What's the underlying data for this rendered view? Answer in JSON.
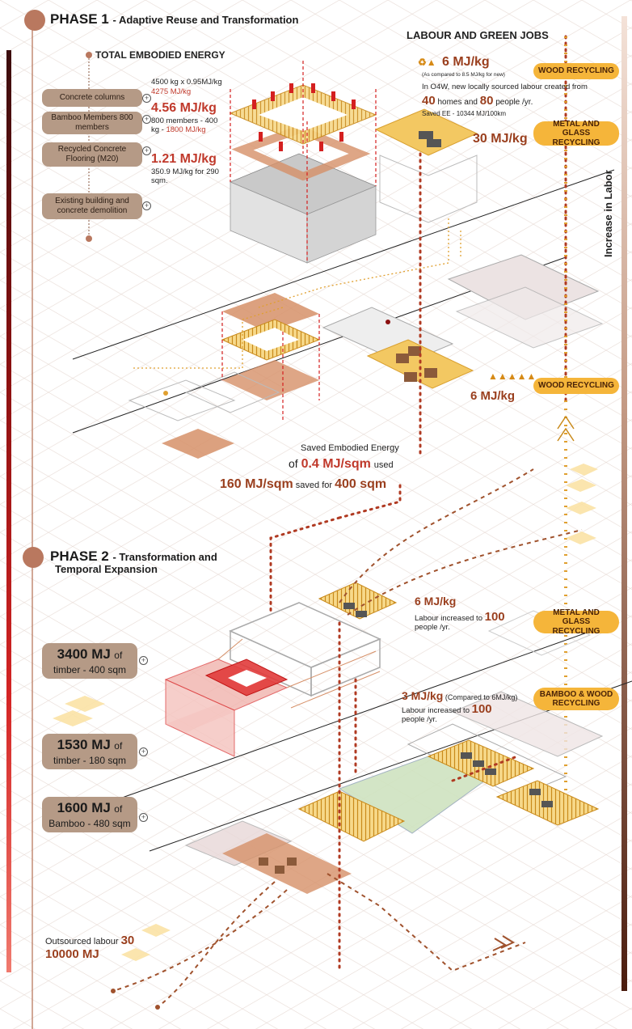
{
  "phase1": {
    "title": "PHASE 1",
    "subtitle": "- Adaptive Reuse and Transformation",
    "total_embodied_energy": "TOTAL EMBODIED ENERGY",
    "items": [
      {
        "label": "Concrete columns"
      },
      {
        "label": "Bamboo Members 800 members"
      },
      {
        "label": "Recycled Concrete Flooring (M20)"
      },
      {
        "label": "Existing building and concrete demolition"
      }
    ],
    "concrete_calc": "4500 kg x 0.95MJ/kg",
    "concrete_result": "4275 MJ/kg",
    "bamboo_value": "4.56 MJ/kg",
    "bamboo_calc": "800 members - 400 kg -",
    "bamboo_result": "1800 MJ/kg",
    "flooring_value": "1.21 MJ/kg",
    "flooring_calc": "350.9 MJ/kg for 290 sqm."
  },
  "labour": {
    "title": "LABOUR AND GREEN JOBS",
    "wood_value": "6 MJ/kg",
    "wood_note": "(As compared to 8.5 MJ/kg for new)",
    "o4w_text": "In O4W, new locally sourced labour created from",
    "homes_num": "40",
    "homes_text": "homes",
    "and_text": "and",
    "people_num": "80",
    "people_text": "people /yr.",
    "saved_ee": "Saved EE - 10344 MJ/100km",
    "metal_value": "30 MJ/kg",
    "wood_recycling": "WOOD RECYCLING",
    "metal_glass_recycling": "METAL AND GLASS RECYCLING",
    "increase_label": "Increase in Labor",
    "wood2_value": "6 MJ/kg",
    "wood_recycling2": "WOOD RECYCLING"
  },
  "saved": {
    "line1": "Saved Embodied Energy",
    "of": "of",
    "value1": "0.4 MJ/sqm",
    "used": "used",
    "value2": "160 MJ/sqm",
    "saved_for": "saved for",
    "value3": "400 sqm"
  },
  "phase2": {
    "title": "PHASE 2",
    "subtitle1": "- Transformation and",
    "subtitle2": "Temporal Expansion",
    "timber1_num": "3400 MJ",
    "timber1_unit": "of timber - 400 sqm",
    "timber2_num": "1530 MJ",
    "timber2_unit": "of timber - 180 sqm",
    "bamboo_num": "1600 MJ",
    "bamboo_unit": "of Bamboo - 480 sqm",
    "metal_value": "6 MJ/kg",
    "metal_labour": "Labour increased to",
    "metal_num": "100",
    "metal_people": "people /yr.",
    "metal_glass_recycling": "METAL AND GLASS RECYCLING",
    "bamboo_value": "3 MJ/kg",
    "bamboo_note": "(Compared to 6MJ/kg)",
    "bamboo_labour": "Labour increased to",
    "bamboo_num_people": "100",
    "bamboo_people": "people /yr.",
    "bamboo_wood_recycling": "BAMBOO & WOOD RECYCLING",
    "outsourced": "Outsourced labour",
    "outsourced_num": "30",
    "outsourced_mj": "10000 MJ"
  },
  "colors": {
    "accent": "#c0392b",
    "label_bg": "#b59a86",
    "pill": "#f5b53a",
    "dotted": "#b03a22",
    "orange_dotted": "#e0a030"
  }
}
